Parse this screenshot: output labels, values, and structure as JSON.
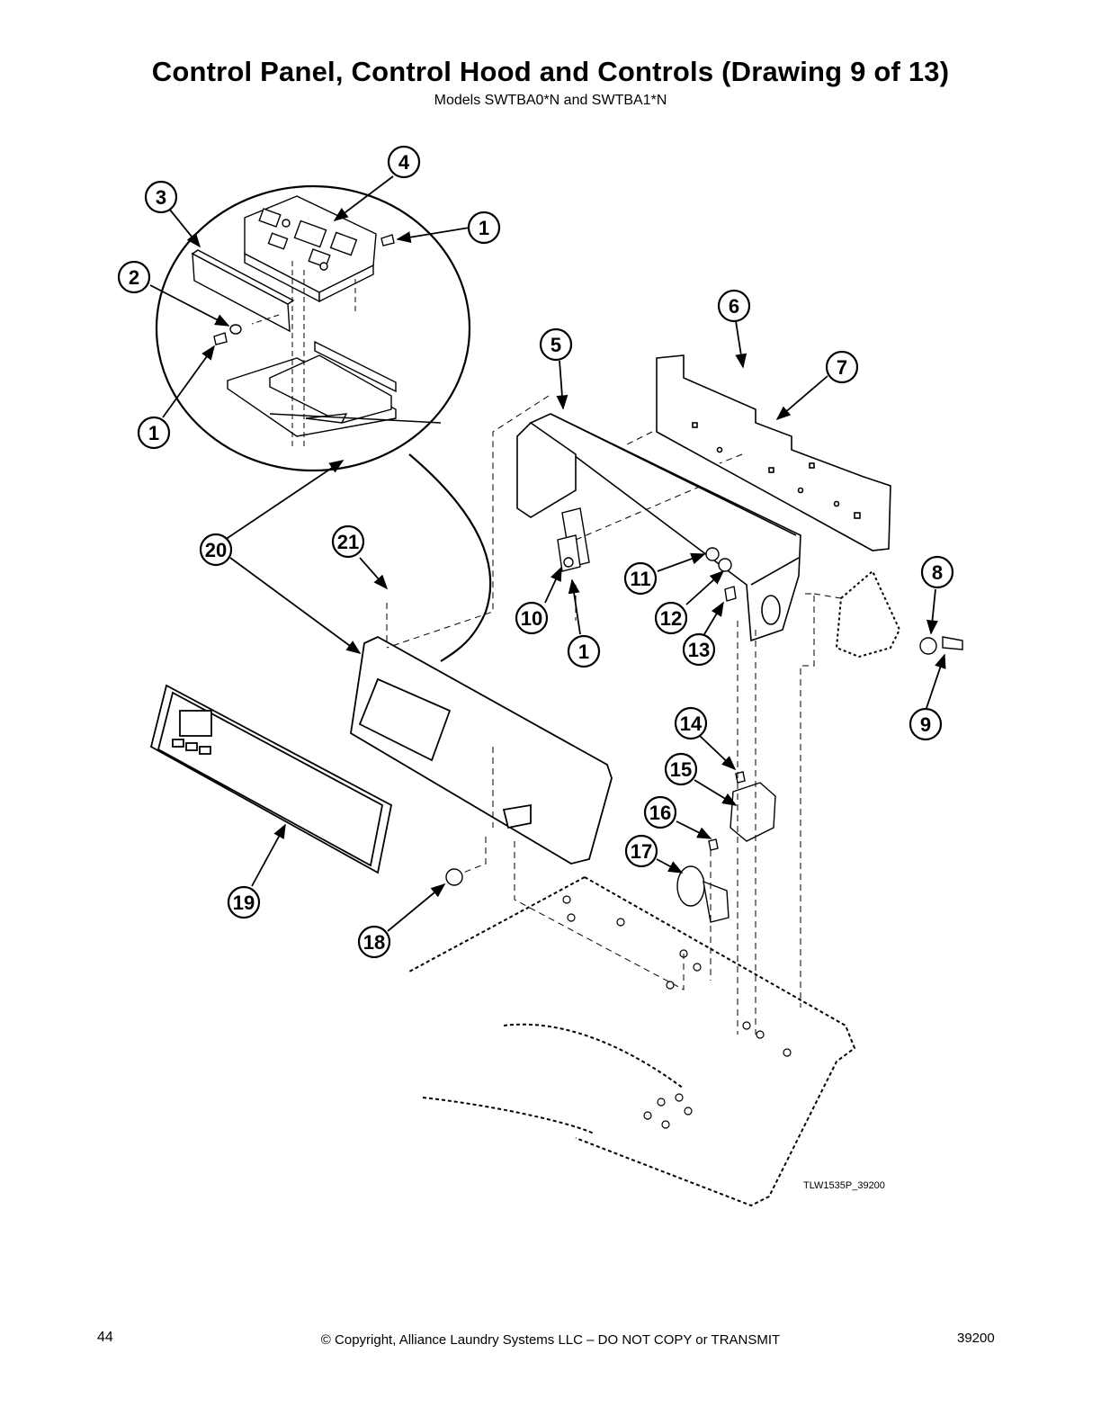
{
  "header": {
    "title": "Control Panel, Control Hood and Controls (Drawing 9 of 13)",
    "subtitle": "Models SWTBA0*N and SWTBA1*N"
  },
  "drawing": {
    "reference_code": "TLW1535P_39200",
    "callouts": [
      {
        "label": "1"
      },
      {
        "label": "1"
      },
      {
        "label": "1"
      },
      {
        "label": "2"
      },
      {
        "label": "3"
      },
      {
        "label": "4"
      },
      {
        "label": "5"
      },
      {
        "label": "6"
      },
      {
        "label": "7"
      },
      {
        "label": "8"
      },
      {
        "label": "9"
      },
      {
        "label": "10"
      },
      {
        "label": "11"
      },
      {
        "label": "12"
      },
      {
        "label": "13"
      },
      {
        "label": "14"
      },
      {
        "label": "15"
      },
      {
        "label": "16"
      },
      {
        "label": "17"
      },
      {
        "label": "18"
      },
      {
        "label": "19"
      },
      {
        "label": "20"
      },
      {
        "label": "21"
      }
    ]
  },
  "footer": {
    "page_number": "44",
    "copyright": "© Copyright, Alliance Laundry Systems LLC – DO NOT COPY or TRANSMIT",
    "doc_number": "39200"
  }
}
